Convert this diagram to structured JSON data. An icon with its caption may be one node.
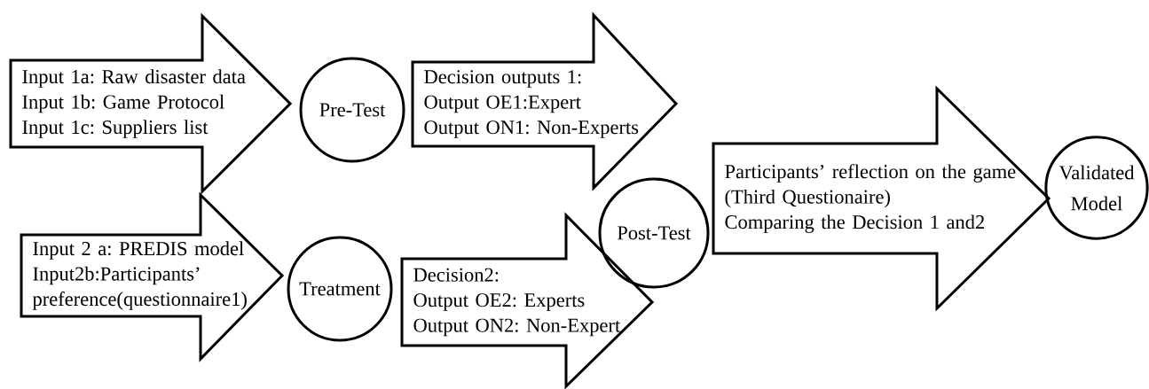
{
  "diagram": {
    "nodes": [
      {
        "text": [
          "Input 1a: Raw disaster data",
          "Input 1b: Game Protocol",
          "Input 1c: Suppliers list"
        ]
      },
      {
        "text": [
          "Pre-Test"
        ]
      },
      {
        "text": [
          "Decision outputs 1:",
          "Output OE1:Expert",
          "Output ON1: Non-Experts"
        ]
      },
      {
        "text": [
          "Input 2 a: PREDIS model",
          "Input2b:Participants’ preference(questionnaire1)"
        ]
      },
      {
        "text": [
          "Treatment"
        ]
      },
      {
        "text": [
          "Decision2:",
          "Output OE2: Experts",
          "Output ON2: Non-Expert"
        ]
      },
      {
        "text": [
          "Post-Test"
        ]
      },
      {
        "text": [
          "Participants’ reflection on the game (Third Questionaire)",
          "Comparing the Decision 1 and2"
        ]
      },
      {
        "text": [
          "Validated Model"
        ]
      }
    ]
  }
}
